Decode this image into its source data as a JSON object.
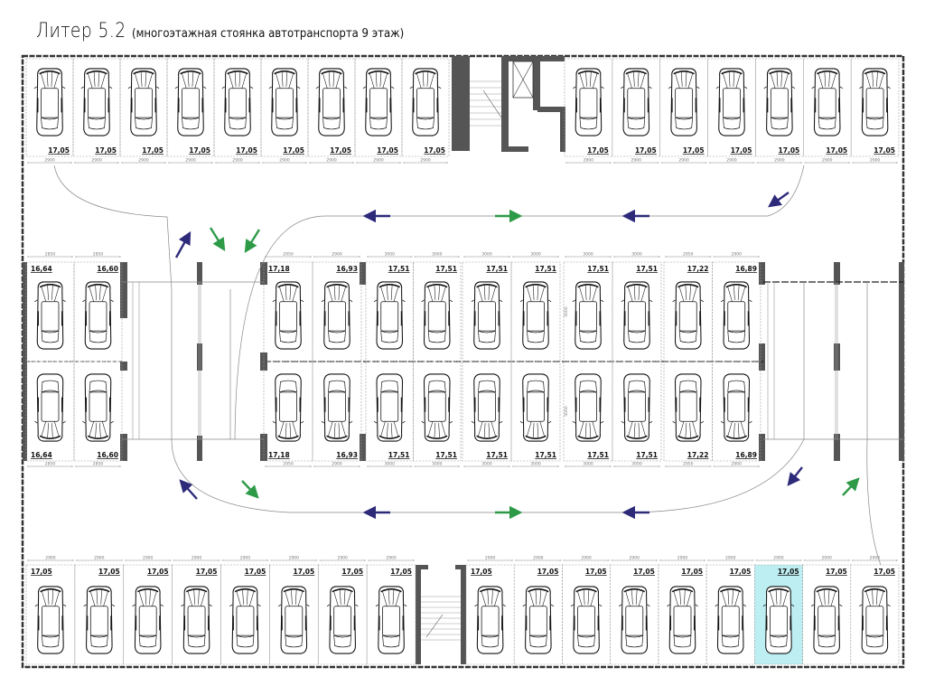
{
  "title": {
    "main": "Литер 5.2",
    "subtitle": "(многоэтажная стоянка автотранспорта 9 этаж)"
  },
  "colors": {
    "wall": "#555555",
    "highlight": "#bdeef2",
    "arrow_blue": "#2e2a7a",
    "arrow_green": "#2e9a48",
    "space_border": "#9a9a9a"
  },
  "top_row": {
    "left": [
      {
        "area": "17,05",
        "width": "2900"
      },
      {
        "area": "17,05",
        "width": "2900"
      },
      {
        "area": "17,05",
        "width": "2900"
      },
      {
        "area": "17,05",
        "width": "2900"
      },
      {
        "area": "17,05",
        "width": "2900"
      },
      {
        "area": "17,05",
        "width": "2900"
      },
      {
        "area": "17,05",
        "width": "2900"
      },
      {
        "area": "17,05",
        "width": "2900"
      },
      {
        "area": "17,05",
        "width": "2900"
      }
    ],
    "right": [
      {
        "area": "17,05",
        "width": "2900"
      },
      {
        "area": "17,05",
        "width": "2900"
      },
      {
        "area": "17,05",
        "width": "2900"
      },
      {
        "area": "17,05",
        "width": "2900"
      },
      {
        "area": "17,05",
        "width": "2900"
      },
      {
        "area": "17,05",
        "width": "2900"
      },
      {
        "area": "17,05",
        "width": "2900"
      }
    ]
  },
  "middle_left": {
    "top": [
      {
        "area": "16,64",
        "width": "2850"
      },
      {
        "area": "16,60",
        "width": "2850"
      }
    ],
    "bottom": [
      {
        "area": "16,64",
        "width": "2850"
      },
      {
        "area": "16,60",
        "width": "2850"
      }
    ]
  },
  "middle_center": {
    "depth": "5000",
    "top": [
      {
        "area": "17,18",
        "width": "2950"
      },
      {
        "area": "16,93",
        "width": "2900"
      },
      {
        "area": "17,51",
        "width": "3000"
      },
      {
        "area": "17,51",
        "width": "3000"
      },
      {
        "area": "17,51",
        "width": "3000"
      },
      {
        "area": "17,51",
        "width": "3000"
      },
      {
        "area": "17,51",
        "width": "3000"
      },
      {
        "area": "17,51",
        "width": "3000"
      },
      {
        "area": "17,22",
        "width": "2950"
      },
      {
        "area": "16,89",
        "width": "2900"
      }
    ],
    "bottom": [
      {
        "area": "17,18",
        "width": "2950"
      },
      {
        "area": "16,93",
        "width": "2900"
      },
      {
        "area": "17,51",
        "width": "3000"
      },
      {
        "area": "17,51",
        "width": "3000"
      },
      {
        "area": "17,51",
        "width": "3000"
      },
      {
        "area": "17,51",
        "width": "3000"
      },
      {
        "area": "17,51",
        "width": "3000"
      },
      {
        "area": "17,51",
        "width": "3000"
      },
      {
        "area": "17,22",
        "width": "2950"
      },
      {
        "area": "16,89",
        "width": "2900"
      }
    ]
  },
  "bottom_row": {
    "left": [
      {
        "area": "17,05",
        "width": "2900"
      },
      {
        "area": "17,05",
        "width": "2900"
      },
      {
        "area": "17,05",
        "width": "2900"
      },
      {
        "area": "17,05",
        "width": "2900"
      },
      {
        "area": "17,05",
        "width": "2900"
      },
      {
        "area": "17,05",
        "width": "2900"
      },
      {
        "area": "17,05",
        "width": "2900"
      },
      {
        "area": "17,05",
        "width": "2900"
      }
    ],
    "right": [
      {
        "area": "17,05",
        "width": "2900"
      },
      {
        "area": "17,05",
        "width": "2900"
      },
      {
        "area": "17,05",
        "width": "2900"
      },
      {
        "area": "17,05",
        "width": "2900"
      },
      {
        "area": "17,05",
        "width": "2900"
      },
      {
        "area": "17,05",
        "width": "2900"
      },
      {
        "area": "17,05",
        "width": "2900",
        "highlighted": true
      },
      {
        "area": "17,05",
        "width": "2900"
      },
      {
        "area": "17,05",
        "width": "2900"
      }
    ]
  },
  "traffic_arrows": [
    "left",
    "right",
    "left"
  ]
}
